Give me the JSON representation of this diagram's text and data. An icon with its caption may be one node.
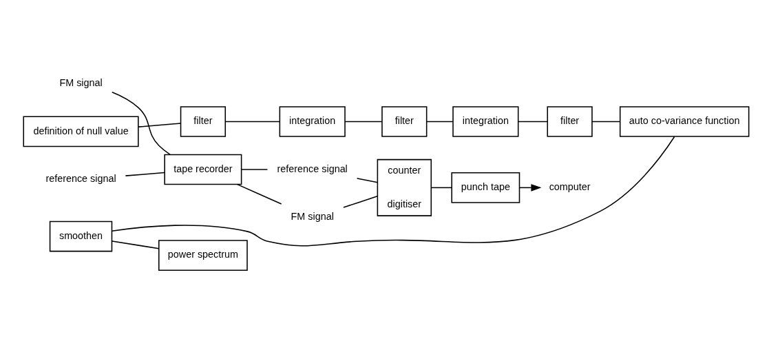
{
  "diagram": {
    "nodes": [
      {
        "text": [
          "FM signal"
        ]
      },
      {
        "text": [
          "reference signal"
        ]
      },
      {
        "text": [
          "tape recorder"
        ]
      },
      {
        "text": [
          "FM signal"
        ]
      },
      {
        "text": [
          "reference signal"
        ]
      },
      {
        "text": [
          "counter",
          "digitiser"
        ]
      },
      {
        "text": [
          "punch tape"
        ]
      },
      {
        "text": [
          "computer"
        ]
      },
      {
        "text": [
          "definition of null value"
        ]
      },
      {
        "text": [
          "filter"
        ]
      },
      {
        "text": [
          "integration"
        ]
      },
      {
        "text": [
          "filter"
        ]
      },
      {
        "text": [
          "integration"
        ]
      },
      {
        "text": [
          "filter"
        ]
      },
      {
        "text": [
          "auto co-variance function"
        ]
      },
      {
        "text": [
          "smoothen"
        ]
      },
      {
        "text": [
          "power spectrum"
        ]
      }
    ],
    "edges": [
      {
        "from": 0,
        "to": 2,
        "arrow": "none"
      },
      {
        "from": 1,
        "to": 2,
        "arrow": "none"
      },
      {
        "from": 2,
        "to": 3,
        "arrow": "none"
      },
      {
        "from": 2,
        "to": 4,
        "arrow": "none"
      },
      {
        "from": 3,
        "to": 5,
        "arrow": "none"
      },
      {
        "from": 4,
        "to": 5,
        "arrow": "none"
      },
      {
        "from": 5,
        "to": 6,
        "arrow": "none"
      },
      {
        "from": 6,
        "to": 7,
        "arrow": "to"
      },
      {
        "from": 8,
        "to": 9,
        "arrow": "none"
      },
      {
        "from": 9,
        "to": 10,
        "arrow": "none"
      },
      {
        "from": 10,
        "to": 11,
        "arrow": "none"
      },
      {
        "from": 11,
        "to": 12,
        "arrow": "none"
      },
      {
        "from": 12,
        "to": 13,
        "arrow": "none"
      },
      {
        "from": 13,
        "to": 14,
        "arrow": "none"
      },
      {
        "from": 14,
        "to": 15,
        "arrow": "none"
      },
      {
        "from": 15,
        "to": 16,
        "arrow": "none"
      }
    ]
  }
}
